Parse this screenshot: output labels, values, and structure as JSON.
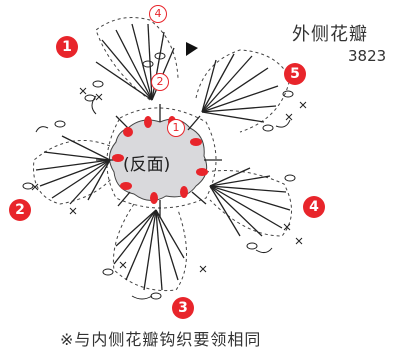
{
  "title": "外侧花瓣",
  "code": "3823",
  "note": "※与内侧花瓣钩织要领相同",
  "center_label": "(反面)",
  "petal_badges": [
    "1",
    "2",
    "3",
    "4",
    "5"
  ],
  "round_markers": [
    "1",
    "2",
    "4"
  ],
  "colors": {
    "accent": "#e8252b",
    "ink": "#222222",
    "center_fill": "#d9d9dc"
  }
}
